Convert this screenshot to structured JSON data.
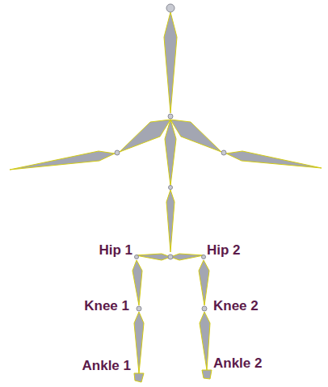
{
  "diagram": {
    "labels": [
      "Hip 1",
      "Hip 2",
      "Knee 1",
      "Knee 2",
      "Ankle 1",
      "Ankle 2"
    ]
  }
}
